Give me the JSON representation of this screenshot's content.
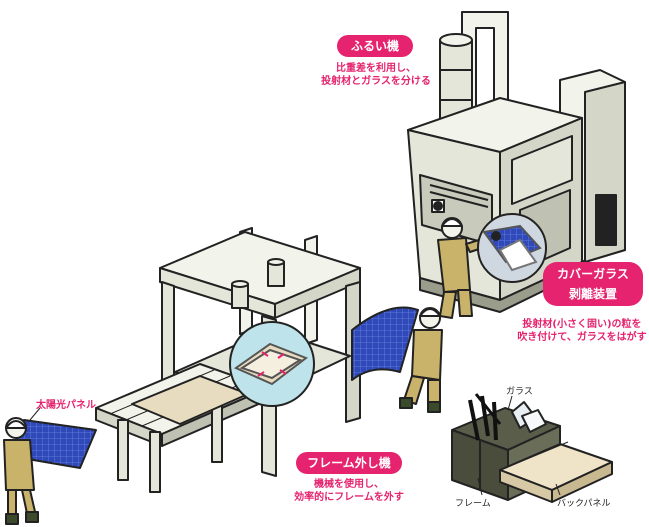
{
  "sieve": {
    "title": "ふるい機",
    "desc_line1": "比重差を利用し、",
    "desc_line2": "投射材とガラスを分ける"
  },
  "cover_glass": {
    "title_line1": "カバーガラス",
    "title_line2": "剥離装置",
    "desc_line1": "投射材(小さく固い)の粒を",
    "desc_line2": "吹き付けて、ガラスをはがす"
  },
  "frame_removal": {
    "title": "フレーム外し機",
    "desc_line1": "機械を使用し、",
    "desc_line2": "効率的にフレームを外す"
  },
  "labels": {
    "solar_panel": "太陽光パネル",
    "glass": "ガラス",
    "frame": "フレーム",
    "back_panel": "バックパネル"
  },
  "colors": {
    "accent": "#e5236e",
    "machine_light": "#f2f3ea",
    "machine_shade": "#d4d6c8",
    "worker_suit": "#c9b36a",
    "panel_blue": "#2f49b8",
    "bin": "#5a5d4a",
    "zoom_bg": "#bfe3ea"
  }
}
